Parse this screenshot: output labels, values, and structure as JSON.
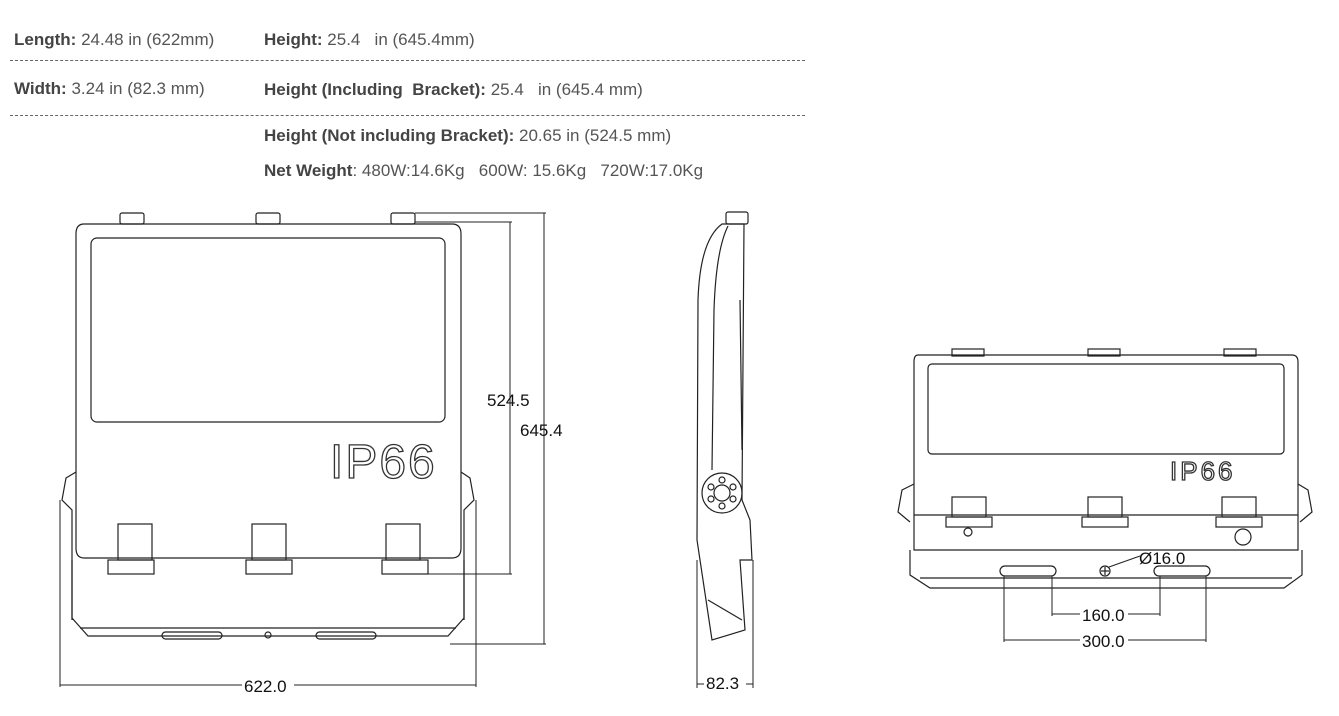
{
  "specs": {
    "length": {
      "label": "Length:",
      "value": "24.48 in (622mm)"
    },
    "height": {
      "label": "Height:",
      "value": "25.4   in (645.4mm)"
    },
    "width": {
      "label": "Width:",
      "value": "3.24 in (82.3 mm)"
    },
    "height_incl": {
      "label": "Height (Including  Bracket):",
      "value": "25.4   in (645.4 mm)"
    },
    "height_not_incl": {
      "label": "Height (Not including Bracket):",
      "value": "20.65 in (524.5 mm)"
    },
    "net_weight": {
      "label": "Net Weight",
      "value": ": 480W:14.6Kg   600W: 15.6Kg   720W:17.0Kg"
    }
  },
  "front_view": {
    "badge": "IP66",
    "dims": {
      "height_body": "524.5",
      "height_total": "645.4",
      "width": "622.0"
    }
  },
  "side_view": {
    "dims": {
      "depth": "82.3"
    }
  },
  "bottom_view": {
    "badge": "IP66",
    "dims": {
      "hole": "Ø16.0",
      "slot_spacing": "160.0",
      "slot_span": "300.0"
    }
  }
}
